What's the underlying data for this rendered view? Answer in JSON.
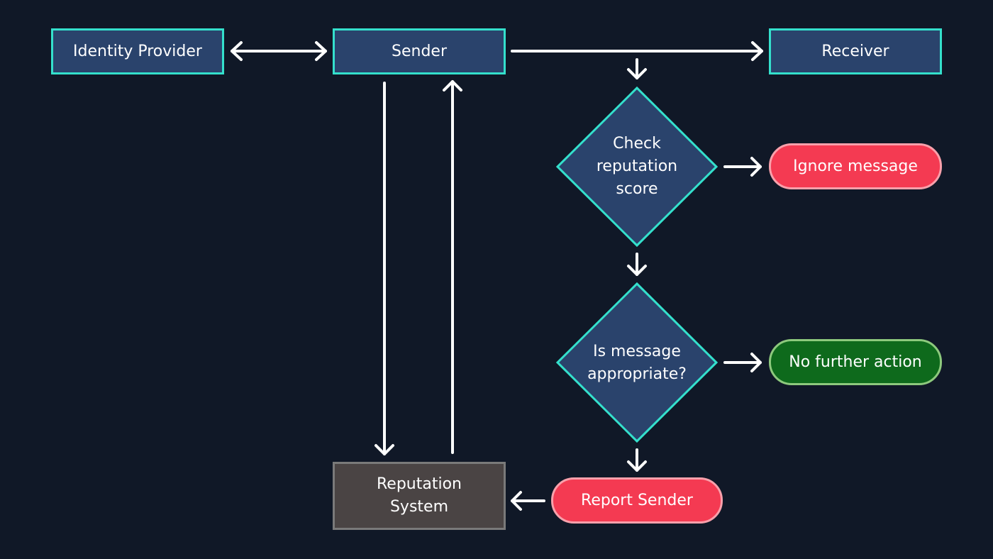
{
  "diagram": {
    "nodes": {
      "identity_provider": "Identity Provider",
      "sender": "Sender",
      "receiver": "Receiver",
      "check_reputation": "Check\nreputation\nscore",
      "ignore_message": "Ignore message",
      "is_appropriate": "Is message\nappropriate?",
      "no_further_action": "No further action",
      "report_sender": "Report Sender",
      "reputation_system": "Reputation\nSystem"
    },
    "colors": {
      "background": "#101827",
      "process_fill": "#2a436c",
      "process_border": "#34e0cc",
      "reject_fill": "#f43a52",
      "accept_fill": "#0e6a1c",
      "system_fill": "#4a4444",
      "arrow": "#ffffff"
    }
  }
}
